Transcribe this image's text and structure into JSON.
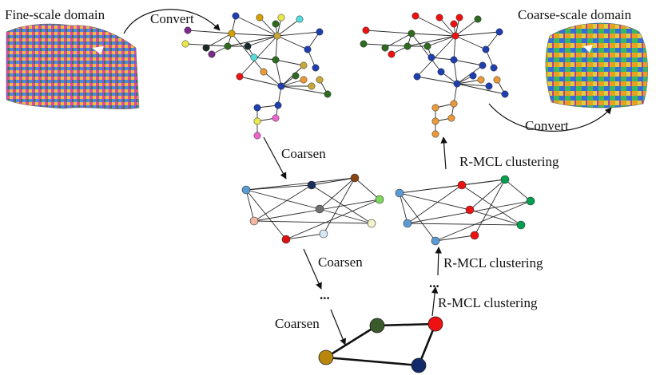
{
  "labels": {
    "fine_domain": "Fine-scale domain",
    "coarse_domain": "Coarse-scale domain",
    "convert_top": "Convert",
    "convert_bottom": "Convert",
    "coarsen_1": "Coarsen",
    "coarsen_2": "Coarsen",
    "coarsen_3": "Coarsen",
    "rmcl_1": "R-MCL clustering",
    "rmcl_2": "R-MCL clustering",
    "rmcl_3": "R-MCL clustering",
    "ellipsis_left": "...",
    "ellipsis_right": "..."
  },
  "colors": {
    "edge": "#2a2a2a",
    "arrow": "#111111",
    "final_nodes": [
      "#b8860b",
      "#3a5a2a",
      "#ee1111",
      "#102a6a"
    ],
    "mid_left_nodes": [
      "#5b9bd5",
      "#1a2f5a",
      "#8b4513",
      "#7ad85a",
      "#707070",
      "#f4b6a0",
      "#f5f1c8",
      "#e01010",
      "#d6e8f8"
    ],
    "mid_right_nodes": [
      "#5b9bd5",
      "#ee1111",
      "#00a050",
      "#5b9bd5"
    ],
    "big_graph_palette": [
      "#1f3fb0",
      "#d4a000",
      "#2e6a20",
      "#c8a83a",
      "#7a2a8a",
      "#ee66cc",
      "#55dddd",
      "#e8e84a",
      "#1a2a2a",
      "#ee1111",
      "#e89a3a"
    ]
  }
}
